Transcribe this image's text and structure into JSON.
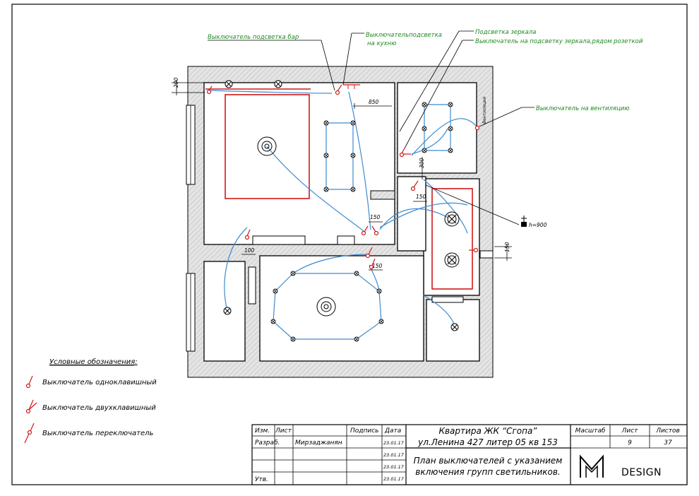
{
  "annotations": {
    "bar_switch": "Выключатель подсветка бар",
    "kitchen_switch_1": "Выключательподсветка",
    "kitchen_switch_2": "на кухню",
    "mirror_light": "Подсветка зеркала",
    "mirror_switch": "Выключатель на подсветку зеркала,рядом розеткой",
    "vent_switch": "Выключатель на вентиляцию",
    "vent_label": "Вентиляция"
  },
  "dimensions": {
    "d200": "200",
    "d850": "850",
    "d300": "300",
    "d150a": "150",
    "d150b": "150",
    "d150c": "150",
    "d150d": "150",
    "d100": "100",
    "h900": "h=900"
  },
  "legend": {
    "title": "Условные обозначения:",
    "items": [
      {
        "label": "Выключатель одноклавишный"
      },
      {
        "label": "Выключатель двухклавишный"
      },
      {
        "label": "Выключатель переключатель"
      }
    ]
  },
  "title_block": {
    "headers": {
      "izm": "Изм.",
      "list": "Лист",
      "podpis": "Подпись",
      "data": "Дата"
    },
    "rows": {
      "razrab": "Разраб.",
      "designer": "Мирзаджанян",
      "utv": "Утв.",
      "date1": "23.01.17",
      "date2": "23.01.17",
      "date3": "23.01.17",
      "date4": "23.01.17"
    },
    "project_line1": "Квартира ЖК “Сгопа”",
    "project_line2": "ул.Ленина 427 литер 05 кв 153",
    "sheet_title_1": "План выключателей с указанием",
    "sheet_title_2": "включения групп светильников.",
    "masshtab": "Масштаб",
    "list_label": "Лист",
    "listov_label": "Листов",
    "list_value": "9",
    "listov_value": "37",
    "logo": "DESIGN"
  },
  "colors": {
    "wire": "#3d8bd0",
    "switch": "#d01818",
    "annotation": "#1e8a1e",
    "outline": "#000000"
  }
}
